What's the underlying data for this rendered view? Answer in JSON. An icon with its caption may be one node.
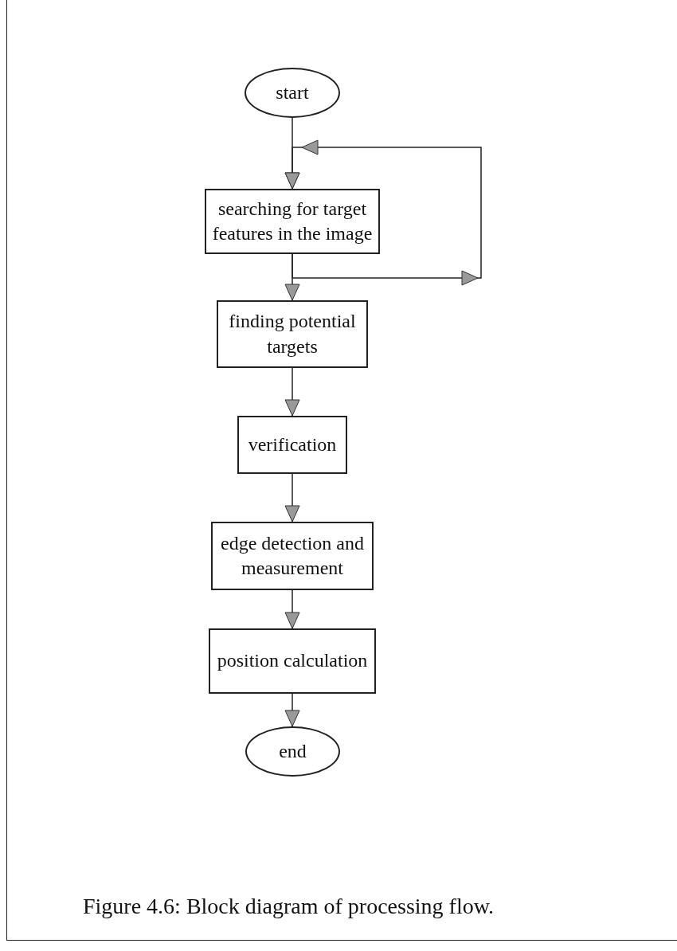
{
  "diagram": {
    "caption": "Figure 4.6: Block diagram of processing flow.",
    "nodes": [
      {
        "text": [
          "start"
        ]
      },
      {
        "text": [
          "searching for target features in the image"
        ]
      },
      {
        "text": [
          "finding potential targets"
        ]
      },
      {
        "text": [
          "verification"
        ]
      },
      {
        "text": [
          "edge detection and measurement"
        ]
      },
      {
        "text": [
          "position calculation"
        ]
      },
      {
        "text": [
          "end"
        ]
      }
    ],
    "edges": [
      {
        "from": 0,
        "to": 1,
        "arrow": "to"
      },
      {
        "from": 1,
        "to": 2,
        "arrow": "to"
      },
      {
        "from": 2,
        "to": 3,
        "arrow": "to"
      },
      {
        "from": 3,
        "to": 4,
        "arrow": "to"
      },
      {
        "from": 4,
        "to": 5,
        "arrow": "to"
      },
      {
        "from": 5,
        "to": 6,
        "arrow": "to"
      },
      {
        "from": 1,
        "to": 1,
        "arrow": "to"
      }
    ]
  }
}
